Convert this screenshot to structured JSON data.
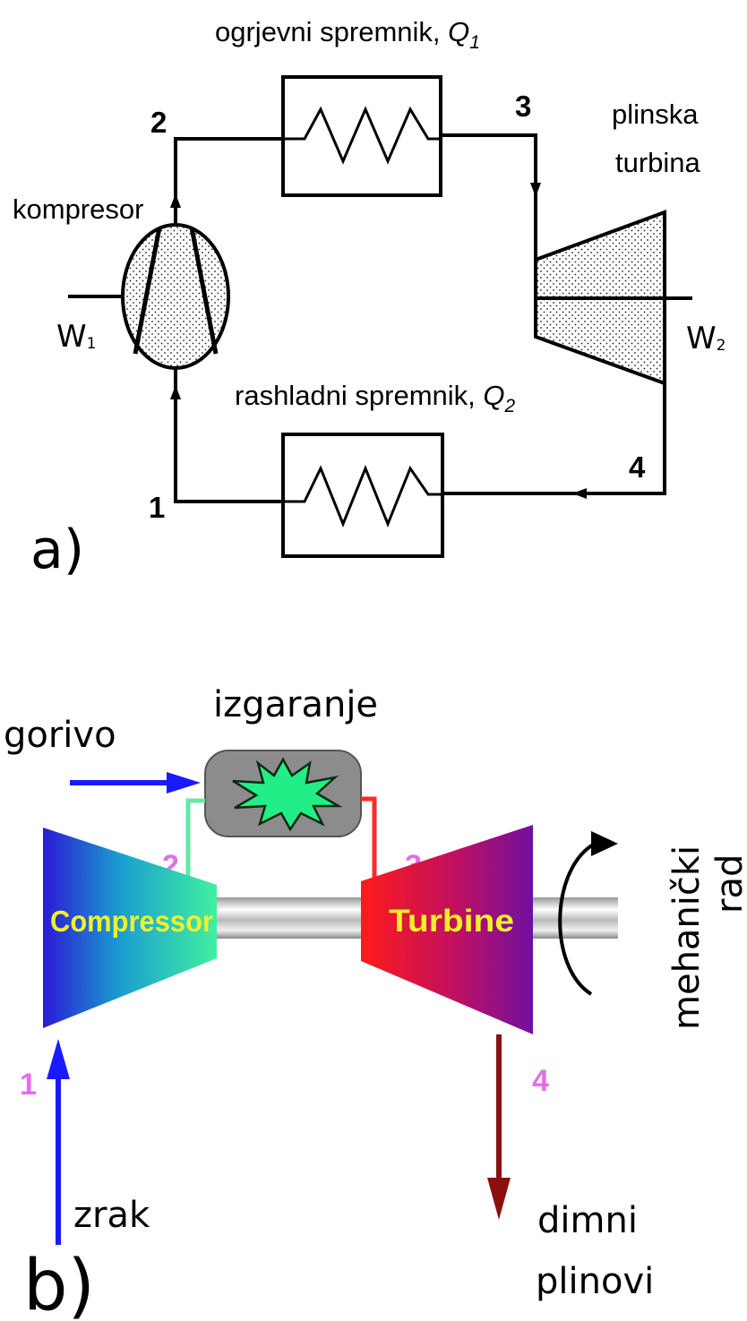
{
  "diagram_a": {
    "panel_label": "a)",
    "heater": {
      "label": "ogrjevni spremnik, ",
      "q_symbol": "Q",
      "q_index": "1"
    },
    "cooler": {
      "label": "rashladni spremnik, ",
      "q_symbol": "Q",
      "q_index": "2"
    },
    "compressor_label": "kompresor",
    "turbine_label_line1": "plinska",
    "turbine_label_line2": "turbina",
    "work_in": {
      "symbol": "W",
      "index": "1"
    },
    "work_out": {
      "symbol": "W",
      "index": "2"
    },
    "points": {
      "p1": "1",
      "p2": "2",
      "p3": "3",
      "p4": "4"
    }
  },
  "diagram_b": {
    "panel_label": "b)",
    "fuel_label": "gorivo",
    "combustion_label": "izgaranje",
    "compressor_label": "Compressor",
    "turbine_label": "Turbine",
    "work_label_line1": "mehanički",
    "work_label_line2": "rad",
    "air_label": "zrak",
    "exhaust_line1": "dimni",
    "exhaust_line2": "plinovi",
    "points": {
      "p1": "1",
      "p2": "2",
      "p3": "3",
      "p4": "4"
    },
    "colors": {
      "fuel_arrow": "#1a1aff",
      "air_arrow": "#1a1aff",
      "compressor_to_combustor": "#66e8a6",
      "combustor_to_turbine": "#ff2a2a",
      "exhaust_arrow": "#8a1010",
      "flame": "#22ee88",
      "combustor_box": "#8c8c8c",
      "point_labels": "#e070e8",
      "machine_labels": "#f2f02a"
    }
  }
}
